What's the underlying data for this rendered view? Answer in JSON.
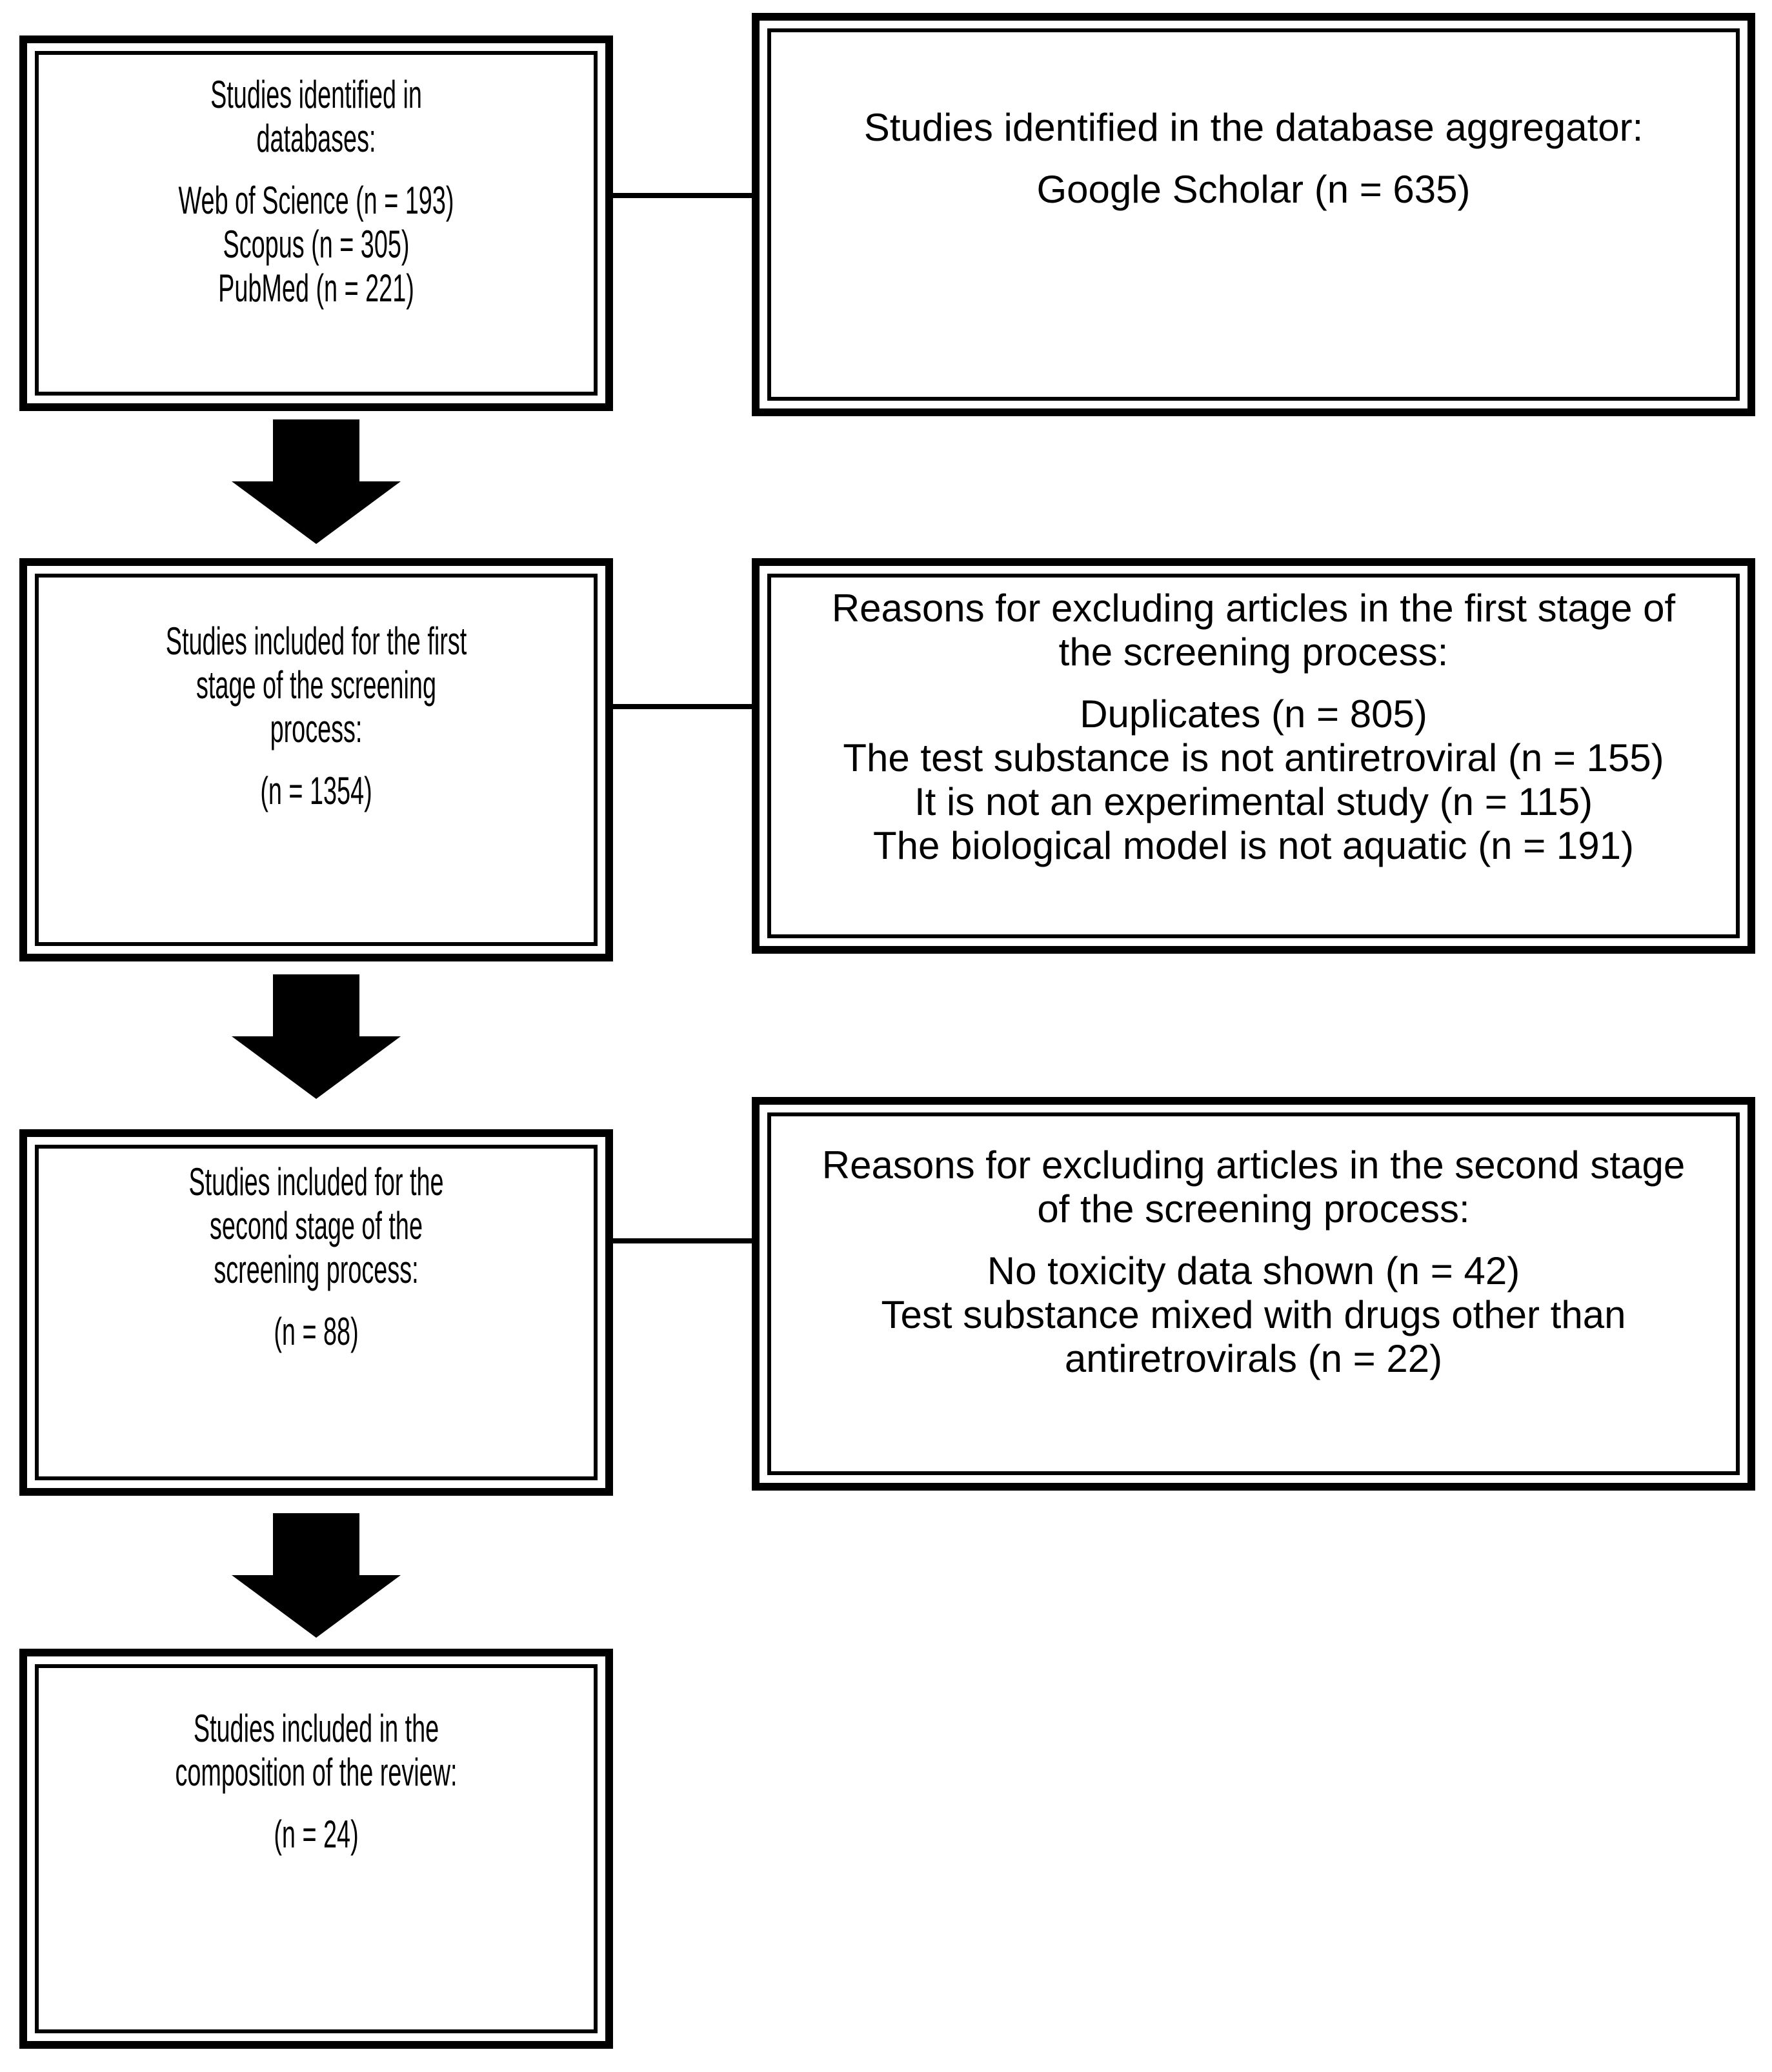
{
  "figure": {
    "background": "#ffffff",
    "border_color": "#000000",
    "text_color": "#000000",
    "arrow_color": "#000000"
  },
  "boxes": [
    {
      "id": "studies-identified-in-databases",
      "lines": [
        "Studies identified in",
        "databases:",
        "",
        "Web of Science (n = 193)",
        "Scopus (n = 305)",
        "PubMed (n = 221)"
      ]
    },
    {
      "id": "studies-identified-in-aggregator",
      "lines": [
        "Studies identified in the database aggregator:",
        "",
        "Google Scholar (n = 635)"
      ]
    },
    {
      "id": "studies-included-first-stage",
      "lines": [
        "Studies included for the first",
        "stage of the screening",
        "process:",
        "",
        "(n = 1354)"
      ]
    },
    {
      "id": "reasons-excluding-first-stage",
      "lines": [
        "Reasons for excluding articles in the first stage of",
        "the screening process:",
        "",
        "Duplicates (n = 805)",
        "The test substance is not antiretroviral (n = 155)",
        "It is not an experimental study (n = 115)",
        "The biological model is not aquatic (n = 191)"
      ]
    },
    {
      "id": "studies-included-second-stage",
      "lines": [
        "Studies included for the",
        "second stage of the",
        "screening process:",
        "",
        "(n = 88)"
      ]
    },
    {
      "id": "reasons-excluding-second-stage",
      "lines": [
        "Reasons for excluding articles in the second stage",
        "of the screening process:",
        "",
        "No toxicity data shown (n = 42)",
        "Test substance mixed with drugs other than",
        "antiretrovirals (n = 22)"
      ]
    },
    {
      "id": "studies-included-in-review",
      "lines": [
        "Studies included in the",
        "composition of the review:",
        "",
        "(n = 24)"
      ]
    }
  ]
}
